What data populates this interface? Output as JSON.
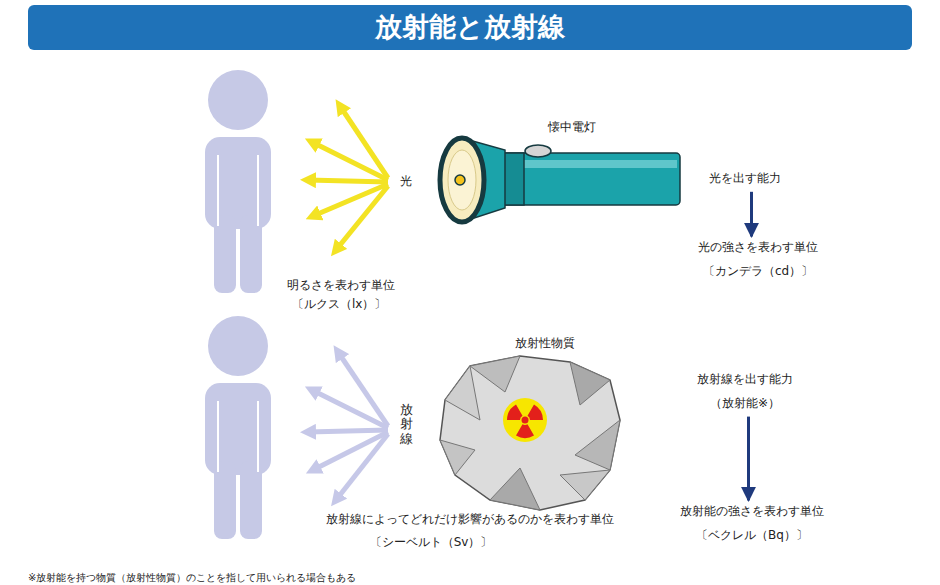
{
  "diagram": {
    "title": "放射能と放射線",
    "nodes": [
      {
        "text": [
          "光を出す能力"
        ]
      },
      {
        "text": [
          "光の強さを表わす単位",
          "〔カンデラ（cd）〕"
        ]
      },
      {
        "text": [
          "放射線を出す能力",
          "（放射能※）"
        ]
      },
      {
        "text": [
          "放射能の強さを表わす単位",
          "〔ベクレル（Bq）〕"
        ]
      }
    ],
    "edges": [
      {
        "from": 0,
        "to": 1,
        "arrow": "to"
      },
      {
        "from": 2,
        "to": 3,
        "arrow": "to"
      }
    ],
    "labels": [
      "光",
      "懐中電灯",
      "明るさを表わす単位",
      "〔ルクス（lx）〕",
      "放射性物質",
      "放射線",
      "放射線によってどれだけ影響があるのかを表わす単位",
      "〔シーベルト（Sv）〕",
      "※放射能を持つ物質（放射性物質）のことを指して用いられる場合もある"
    ]
  }
}
